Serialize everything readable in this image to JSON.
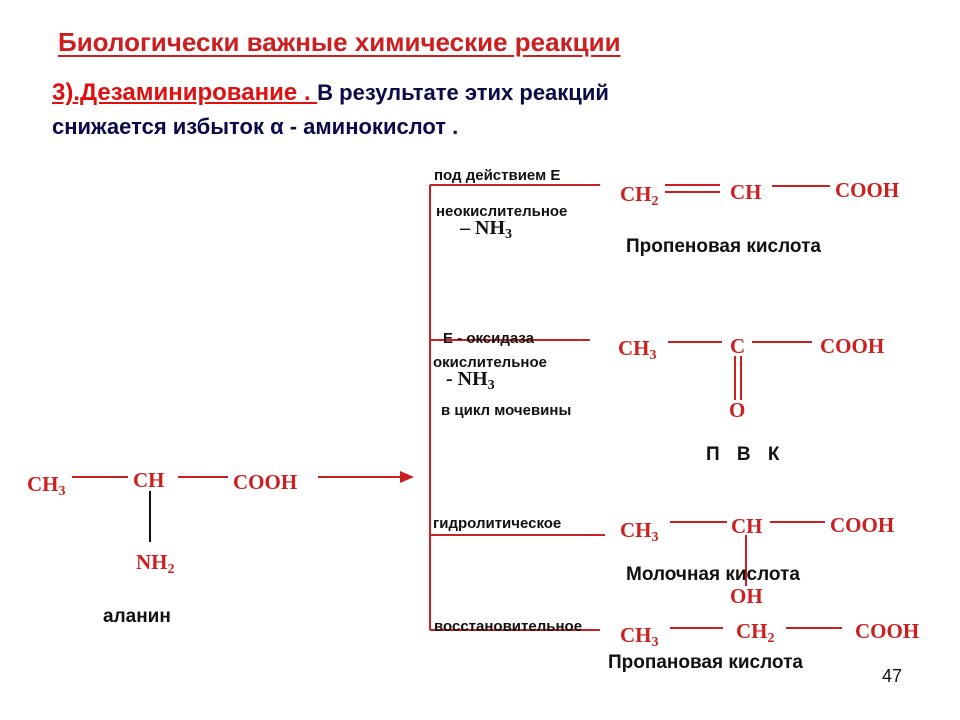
{
  "title": "Биологически важные химические реакции",
  "heading": {
    "label": "3).Дезаминирование . ",
    "line1": "В результате этих реакций",
    "line2": "снижается избыток α - аминокислот ."
  },
  "alanine": {
    "ch3": "CH",
    "ch3_sub": "3",
    "ch": "CH",
    "cooh": "COOH",
    "nh2": "NH",
    "nh2_sub": "2",
    "name": "аланин"
  },
  "branches": {
    "nonoxidative": {
      "cond1": "под действием Е",
      "cond2": "неокислительное",
      "nh3": "– NH",
      "nh3_sub": "3",
      "c1": "CH",
      "c1_sub": "2",
      "c2": "CH",
      "c3": "COOH",
      "product": "Пропеновая кислота"
    },
    "oxidative": {
      "cond1": "Е - оксидаза",
      "cond2": "окислительное",
      "nh3": "- NH",
      "nh3_sub": "3",
      "cond3": "в  цикл мочевины",
      "c1": "CH",
      "c1_sub": "3",
      "c2": "C",
      "c3": "COOH",
      "o": "O",
      "product": "П В К"
    },
    "hydrolytic": {
      "cond": "гидролитическое",
      "c1": "CH",
      "c1_sub": "3",
      "c2": "CH",
      "c3": "COOH",
      "oh": "OH",
      "product": "Молочная кислота"
    },
    "reductive": {
      "cond": "восстановительное",
      "c1": "CH",
      "c1_sub": "3",
      "c2": "CH",
      "c2_sub": "2",
      "c3": "COOH",
      "product": "Пропановая кислота"
    }
  },
  "page_number": "47",
  "colors": {
    "accent": "#cc1f1f",
    "text": "#111111",
    "heading_text": "#0a0a4a"
  }
}
